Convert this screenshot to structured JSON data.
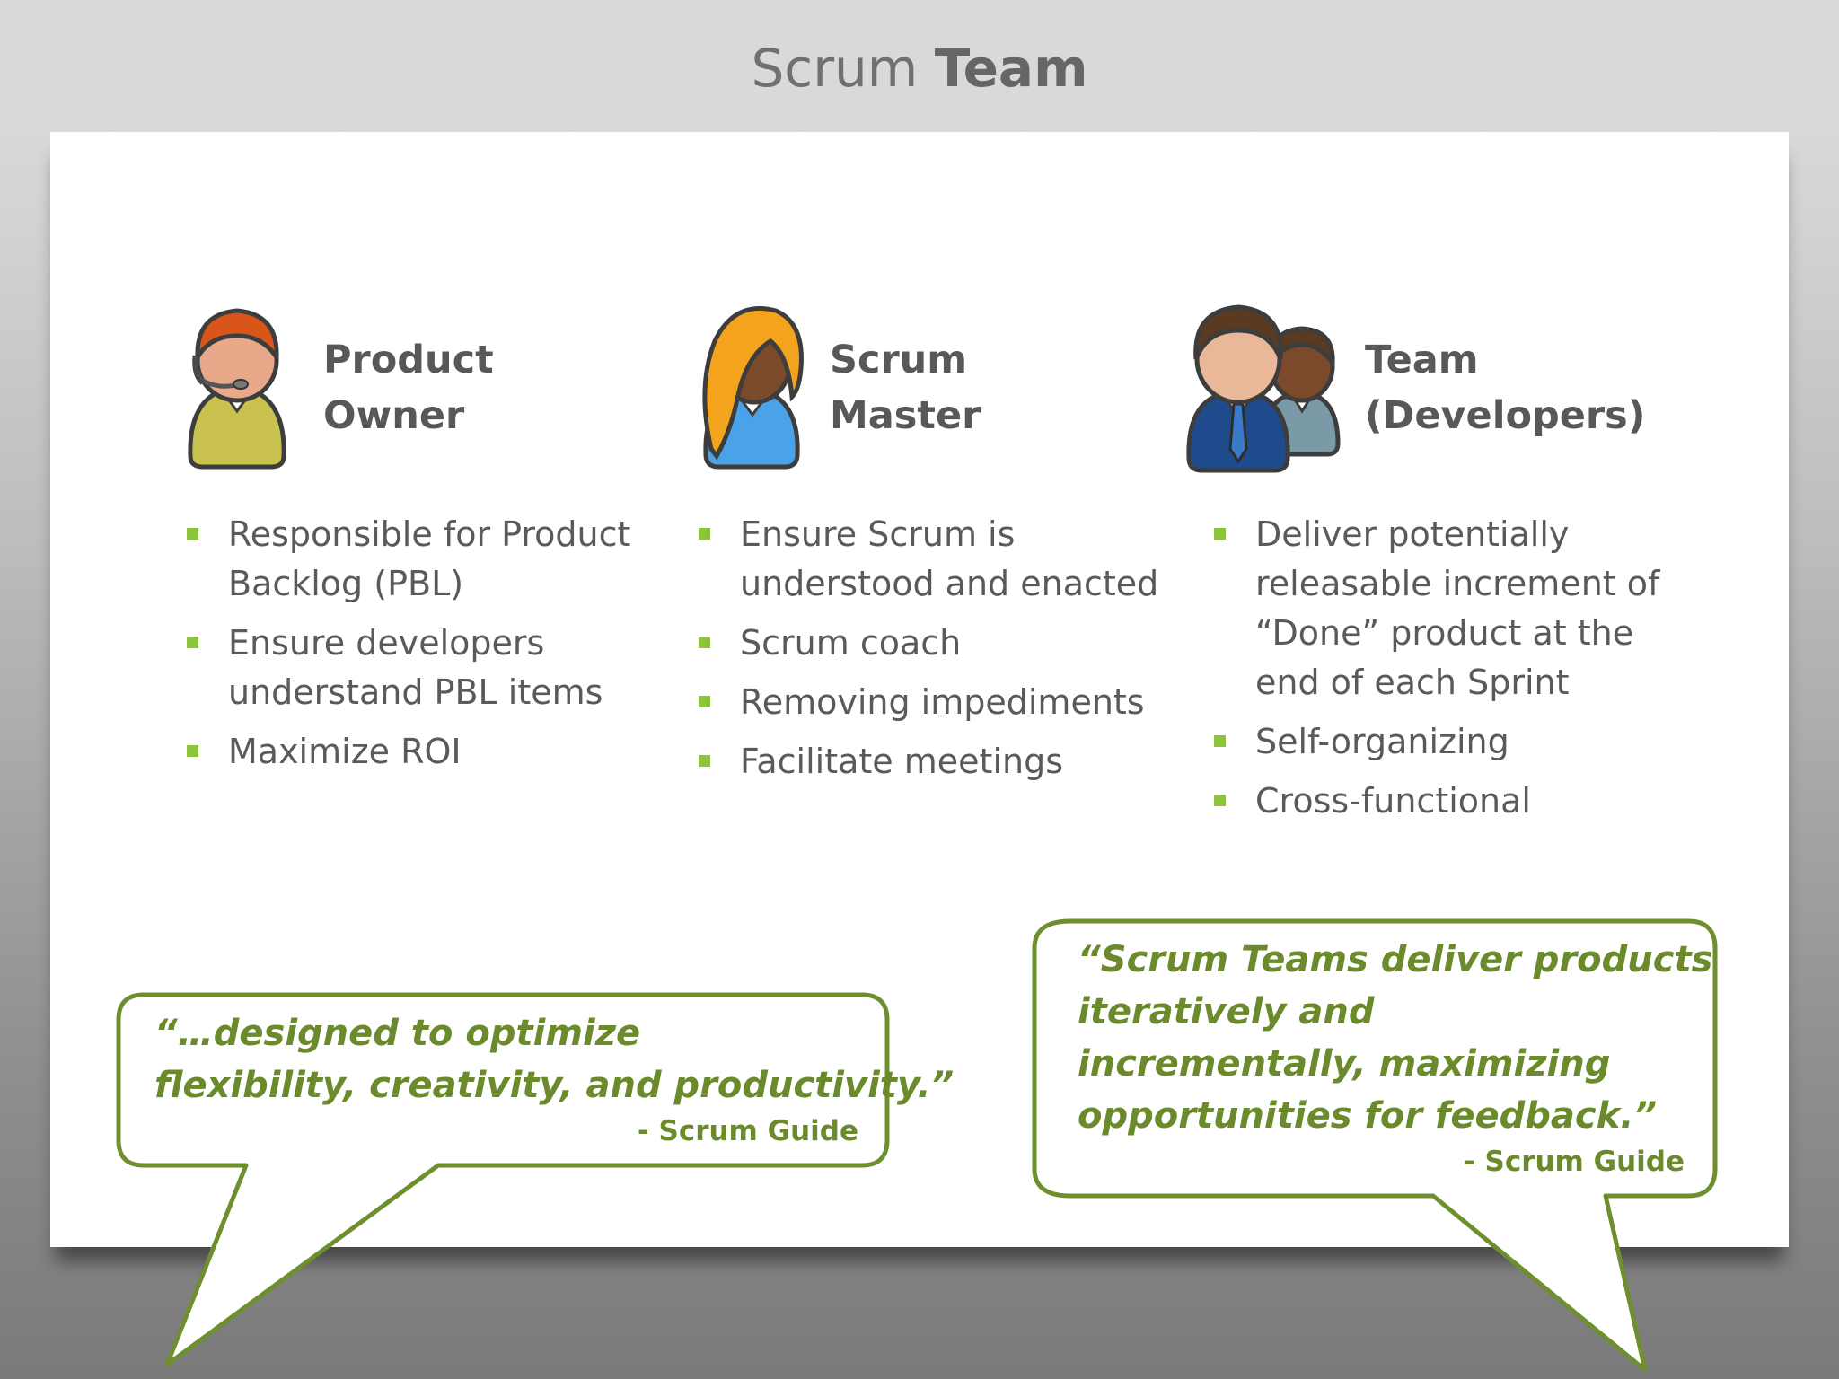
{
  "title": {
    "normal": "Scrum",
    "bold": "Team"
  },
  "roles": [
    {
      "name_line1": "Product",
      "name_line2": "Owner",
      "items": [
        [
          "Responsible for Product",
          "Backlog (PBL)"
        ],
        [
          "Ensure developers",
          "understand PBL items"
        ],
        [
          "Maximize ROI"
        ]
      ]
    },
    {
      "name_line1": "Scrum",
      "name_line2": "Master",
      "items": [
        [
          "Ensure Scrum is",
          "understood and enacted"
        ],
        [
          "Scrum coach"
        ],
        [
          "Removing impediments"
        ],
        [
          "Facilitate meetings"
        ]
      ]
    },
    {
      "name_line1": "Team",
      "name_line2": "(Developers)",
      "items": [
        [
          "Deliver potentially",
          "releasable increment of",
          "“Done” product at the",
          "end of each Sprint"
        ],
        [
          "Self-organizing"
        ],
        [
          "Cross-functional"
        ]
      ]
    }
  ],
  "quotes": [
    {
      "lines": [
        "“…designed to optimize",
        "flexibility, creativity, and productivity.”"
      ],
      "source": "- Scrum Guide"
    },
    {
      "lines": [
        "“Scrum Teams deliver products",
        "iteratively and",
        "incrementally, maximizing",
        "opportunities for feedback.”"
      ],
      "source": "- Scrum Guide"
    }
  ],
  "colors": {
    "accent_green": "#8cc43c",
    "quote_green": "#6b8a2c"
  },
  "icons": [
    "product-owner-headset-avatar-icon",
    "scrum-master-avatar-icon",
    "developers-team-avatar-icon"
  ]
}
